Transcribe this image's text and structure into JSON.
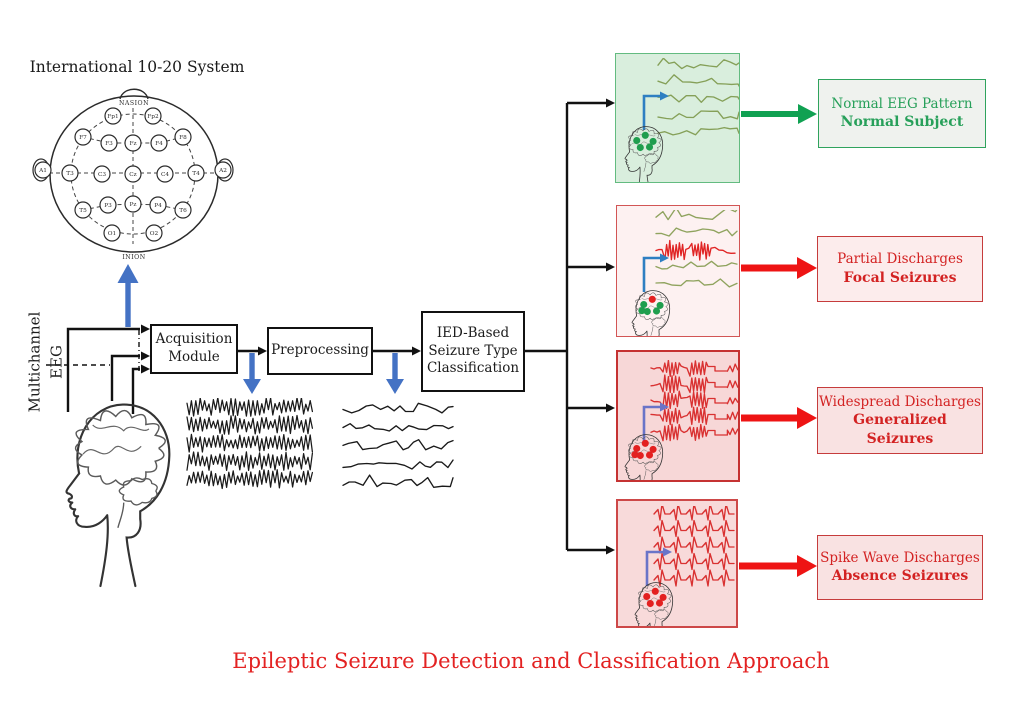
{
  "diagram_title": "International 10-20 System",
  "electrode_diagram": {
    "nasion_label": "NASION",
    "inion_label": "INION",
    "electrodes": [
      "Fp1",
      "Fp2",
      "F7",
      "F3",
      "Fz",
      "F4",
      "F8",
      "A1",
      "T3",
      "C3",
      "Cz",
      "C4",
      "T4",
      "A2",
      "T5",
      "P3",
      "Pz",
      "P4",
      "T6",
      "O1",
      "O2"
    ]
  },
  "input_label": "Multichannel\nEEG",
  "pipeline": {
    "acquisition": "Acquisition\nModule",
    "preprocessing": "Preprocessing",
    "classification": "IED-Based\nSeizure Type\nClassification"
  },
  "outcomes": [
    {
      "id": "normal",
      "pattern": "Normal EEG Pattern",
      "diagnosis": "Normal Subject",
      "theme": "green",
      "dots": [
        "green",
        "green",
        "green",
        "green",
        "green"
      ]
    },
    {
      "id": "focal",
      "pattern": "Partial Discharges",
      "diagnosis": "Focal Seizures",
      "theme": "red",
      "dots": [
        "red",
        "green",
        "green",
        "green",
        "green",
        "green"
      ]
    },
    {
      "id": "generalized",
      "pattern": "Widespread Discharges",
      "diagnosis": "Generalized\nSeizures",
      "theme": "red",
      "dots": [
        "red",
        "red",
        "red",
        "red",
        "red",
        "red"
      ]
    },
    {
      "id": "absence",
      "pattern": "Spike Wave Discharges",
      "diagnosis": "Absence Seizures",
      "theme": "red",
      "dots": [
        "red",
        "red",
        "red",
        "red",
        "red"
      ]
    }
  ],
  "eeg_panels": {
    "raw": {
      "rows": [
        {
          "type": "noisy",
          "color": "#1a1a1a"
        },
        {
          "type": "noisy",
          "color": "#1a1a1a"
        },
        {
          "type": "noisy",
          "color": "#1a1a1a"
        },
        {
          "type": "noisy",
          "color": "#1a1a1a"
        },
        {
          "type": "noisy",
          "color": "#1a1a1a"
        }
      ]
    },
    "preprocessed": {
      "rows": [
        {
          "type": "smooth",
          "color": "#1a1a1a"
        },
        {
          "type": "smooth",
          "color": "#1a1a1a"
        },
        {
          "type": "smooth",
          "color": "#1a1a1a"
        },
        {
          "type": "smooth",
          "color": "#1a1a1a"
        },
        {
          "type": "smooth",
          "color": "#1a1a1a"
        }
      ]
    },
    "normal": {
      "rows": [
        {
          "type": "smooth",
          "color": "#85a058"
        },
        {
          "type": "smooth",
          "color": "#85a058"
        },
        {
          "type": "smooth",
          "color": "#85a058"
        },
        {
          "type": "smooth",
          "color": "#85a058"
        },
        {
          "type": "smooth",
          "color": "#85a058"
        }
      ]
    },
    "focal": {
      "rows": [
        {
          "type": "smooth",
          "color": "#8fa35e"
        },
        {
          "type": "smooth",
          "color": "#8fa35e"
        },
        {
          "type": "spikyburst",
          "color": "#e02424"
        },
        {
          "type": "smooth",
          "color": "#8fa35e"
        },
        {
          "type": "smooth",
          "color": "#8fa35e"
        }
      ]
    },
    "generalized": {
      "rows": [
        {
          "type": "burst",
          "color": "#d93131"
        },
        {
          "type": "burst",
          "color": "#d93131"
        },
        {
          "type": "burst",
          "color": "#d93131"
        },
        {
          "type": "burst",
          "color": "#d93131"
        },
        {
          "type": "burst",
          "color": "#d93131"
        }
      ]
    },
    "absence": {
      "rows": [
        {
          "type": "spike",
          "color": "#d93131"
        },
        {
          "type": "spike",
          "color": "#d93131"
        },
        {
          "type": "spike",
          "color": "#d93131"
        },
        {
          "type": "spike",
          "color": "#d93131"
        },
        {
          "type": "spike",
          "color": "#d93131"
        }
      ]
    }
  },
  "caption": "Epileptic Seizure Detection and Classification Approach",
  "colors": {
    "accent_blue": "#4472c4",
    "flow_green": "#10a152",
    "flow_red": "#ee1414",
    "title_red": "#e32222"
  }
}
